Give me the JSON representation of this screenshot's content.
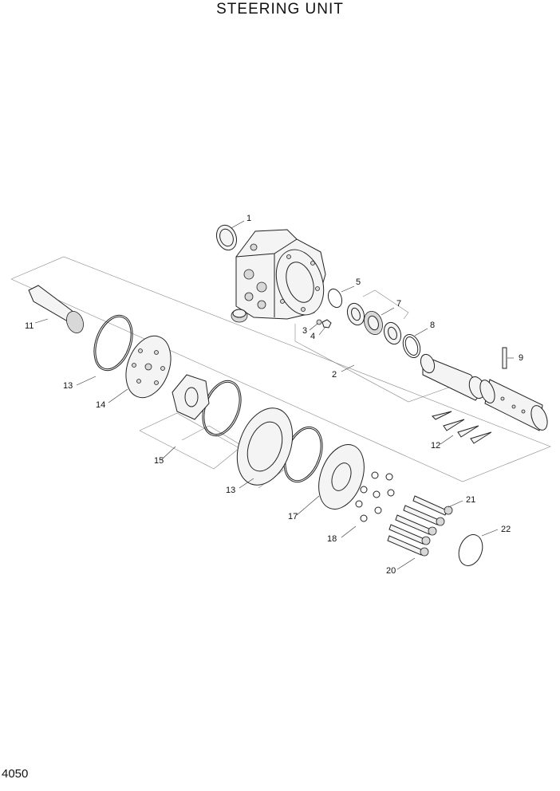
{
  "title": "STEERING UNIT",
  "page_number": "4050",
  "callouts": {
    "c1": "1",
    "c2": "2",
    "c3": "3",
    "c4": "4",
    "c5": "5",
    "c7": "7",
    "c8": "8",
    "c9": "9",
    "c11": "11",
    "c12": "12",
    "c13a": "13",
    "c13b": "13",
    "c14": "14",
    "c15": "15",
    "c17": "17",
    "c18": "18",
    "c20": "20",
    "c21": "21",
    "c22": "22"
  }
}
